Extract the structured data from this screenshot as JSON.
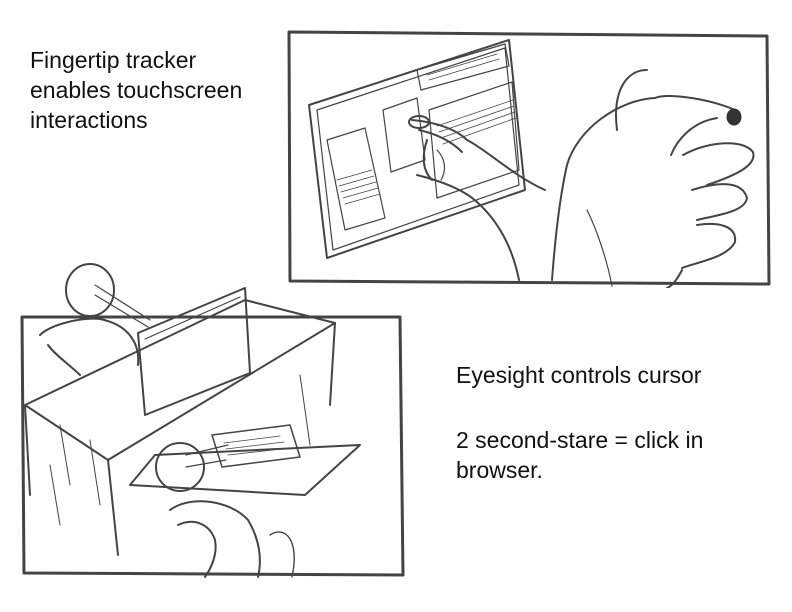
{
  "captions": {
    "fingertip_line1": "Fingertip tracker",
    "fingertip_line2": "enables touchscreen",
    "fingertip_line3": "interactions",
    "eyesight": "Eyesight controls cursor",
    "stare_line1": "2 second-stare = click in",
    "stare_line2": "browser."
  },
  "colors": {
    "ink": "#444444",
    "fingertip_marker": "#333333",
    "paper": "#ffffff"
  }
}
